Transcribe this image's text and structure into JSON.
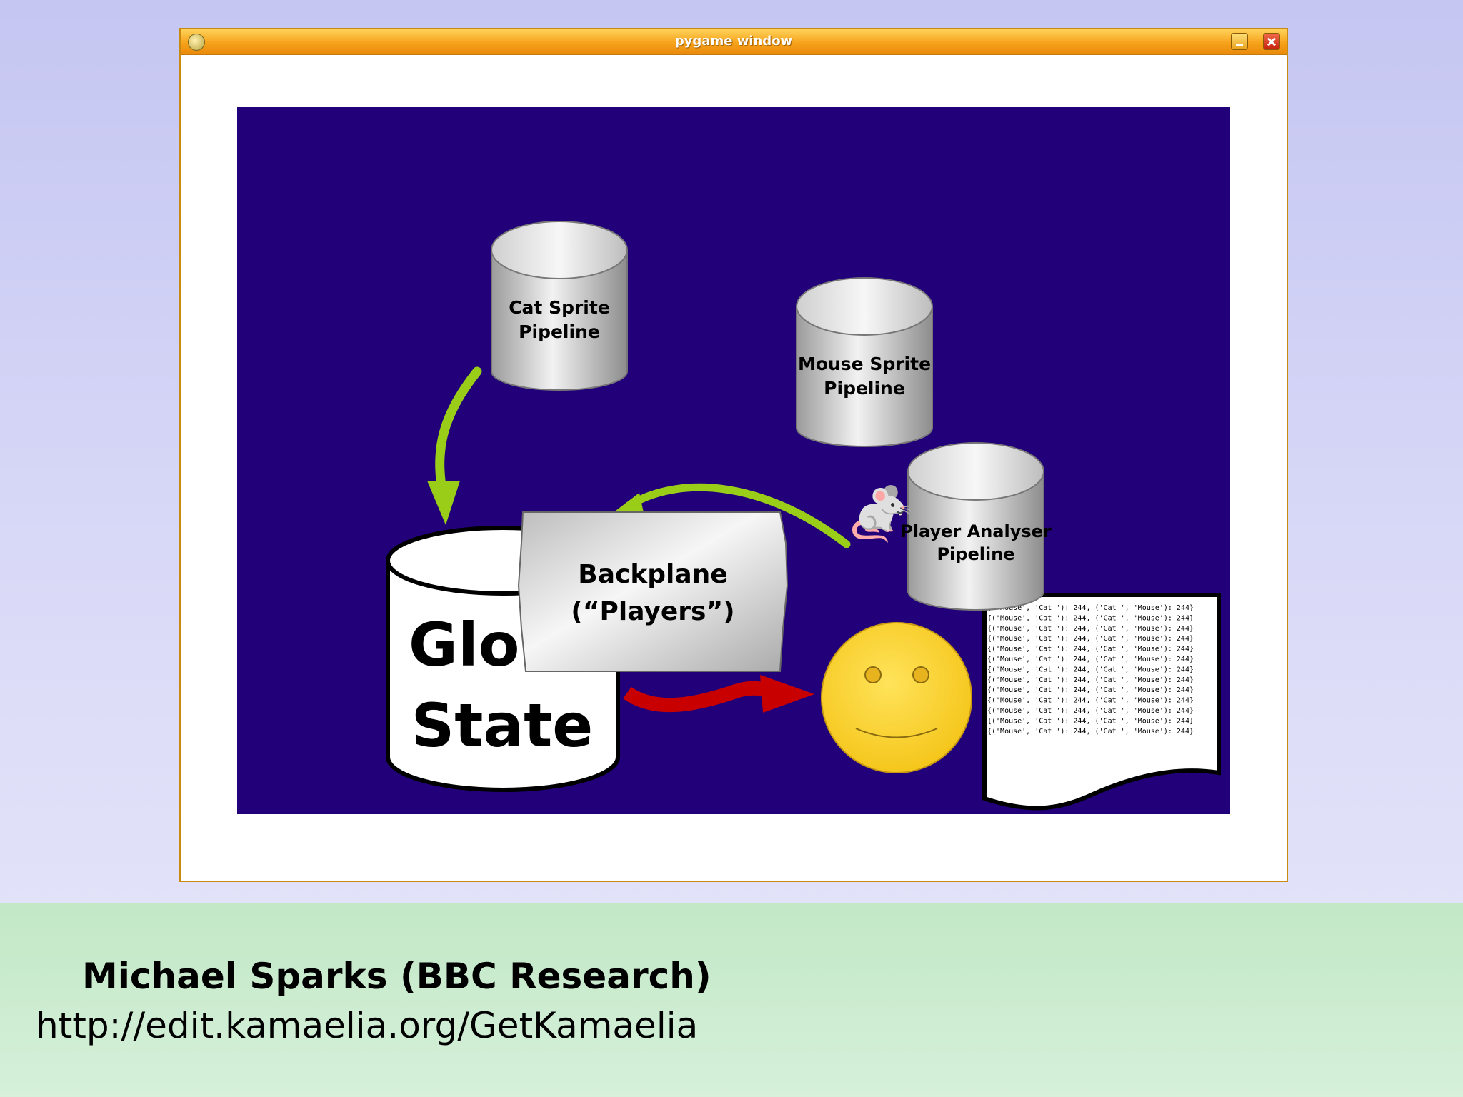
{
  "window": {
    "title": "pygame window"
  },
  "diagram": {
    "cat_pipeline": [
      "Cat Sprite",
      "Pipeline"
    ],
    "mouse_pipeline": [
      "Mouse Sprite",
      "Pipeline"
    ],
    "player_pipeline": [
      "Player Analyser",
      "Pipeline"
    ],
    "backplane": [
      "Backplane",
      "(“Players”)"
    ],
    "global_state": [
      "Glob",
      "State"
    ],
    "log_line": "{('Mouse', 'Cat '): 244, ('Cat ', 'Mouse'): 244}",
    "log_lines_count": 13,
    "mouse_icon": "mouse-character-icon",
    "smiley_icon": "smiley-face-icon"
  },
  "footer": {
    "author": "Michael Sparks (BBC Research)",
    "url": "http://edit.kamaelia.org/GetKamaelia"
  },
  "colors": {
    "canvas": "#22007a",
    "green_arrow": "#9acd17",
    "red_arrow": "#c80000",
    "smiley": "#fcd22a",
    "titlebar": "#f6a21a"
  }
}
